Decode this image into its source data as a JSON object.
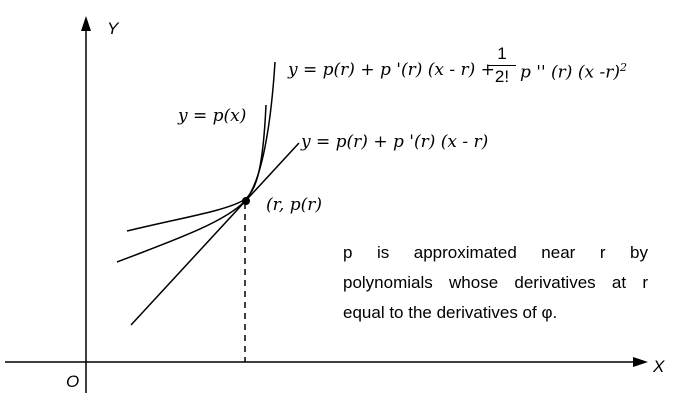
{
  "axes": {
    "x_label": "X",
    "y_label": "Y",
    "origin_label": "O"
  },
  "curve_labels": {
    "function": "y = p(x)",
    "linear": "y = p(r) + p '(r) (x - r)",
    "quadratic_prefix": "y = p(r) + p '(r) (x - r) +",
    "quadratic_frac_num": "1",
    "quadratic_frac_den": "2!",
    "quadratic_suffix": "p '' (r) (x -r)",
    "quadratic_exponent": "2"
  },
  "point_label": "(r, p(r)",
  "description": {
    "line1": "p is approximated near r by",
    "line2": "polynomials whose derivatives at r",
    "line3": "equal to the derivatives of φ."
  },
  "colors": {
    "ink": "#000000",
    "background": "#ffffff"
  }
}
